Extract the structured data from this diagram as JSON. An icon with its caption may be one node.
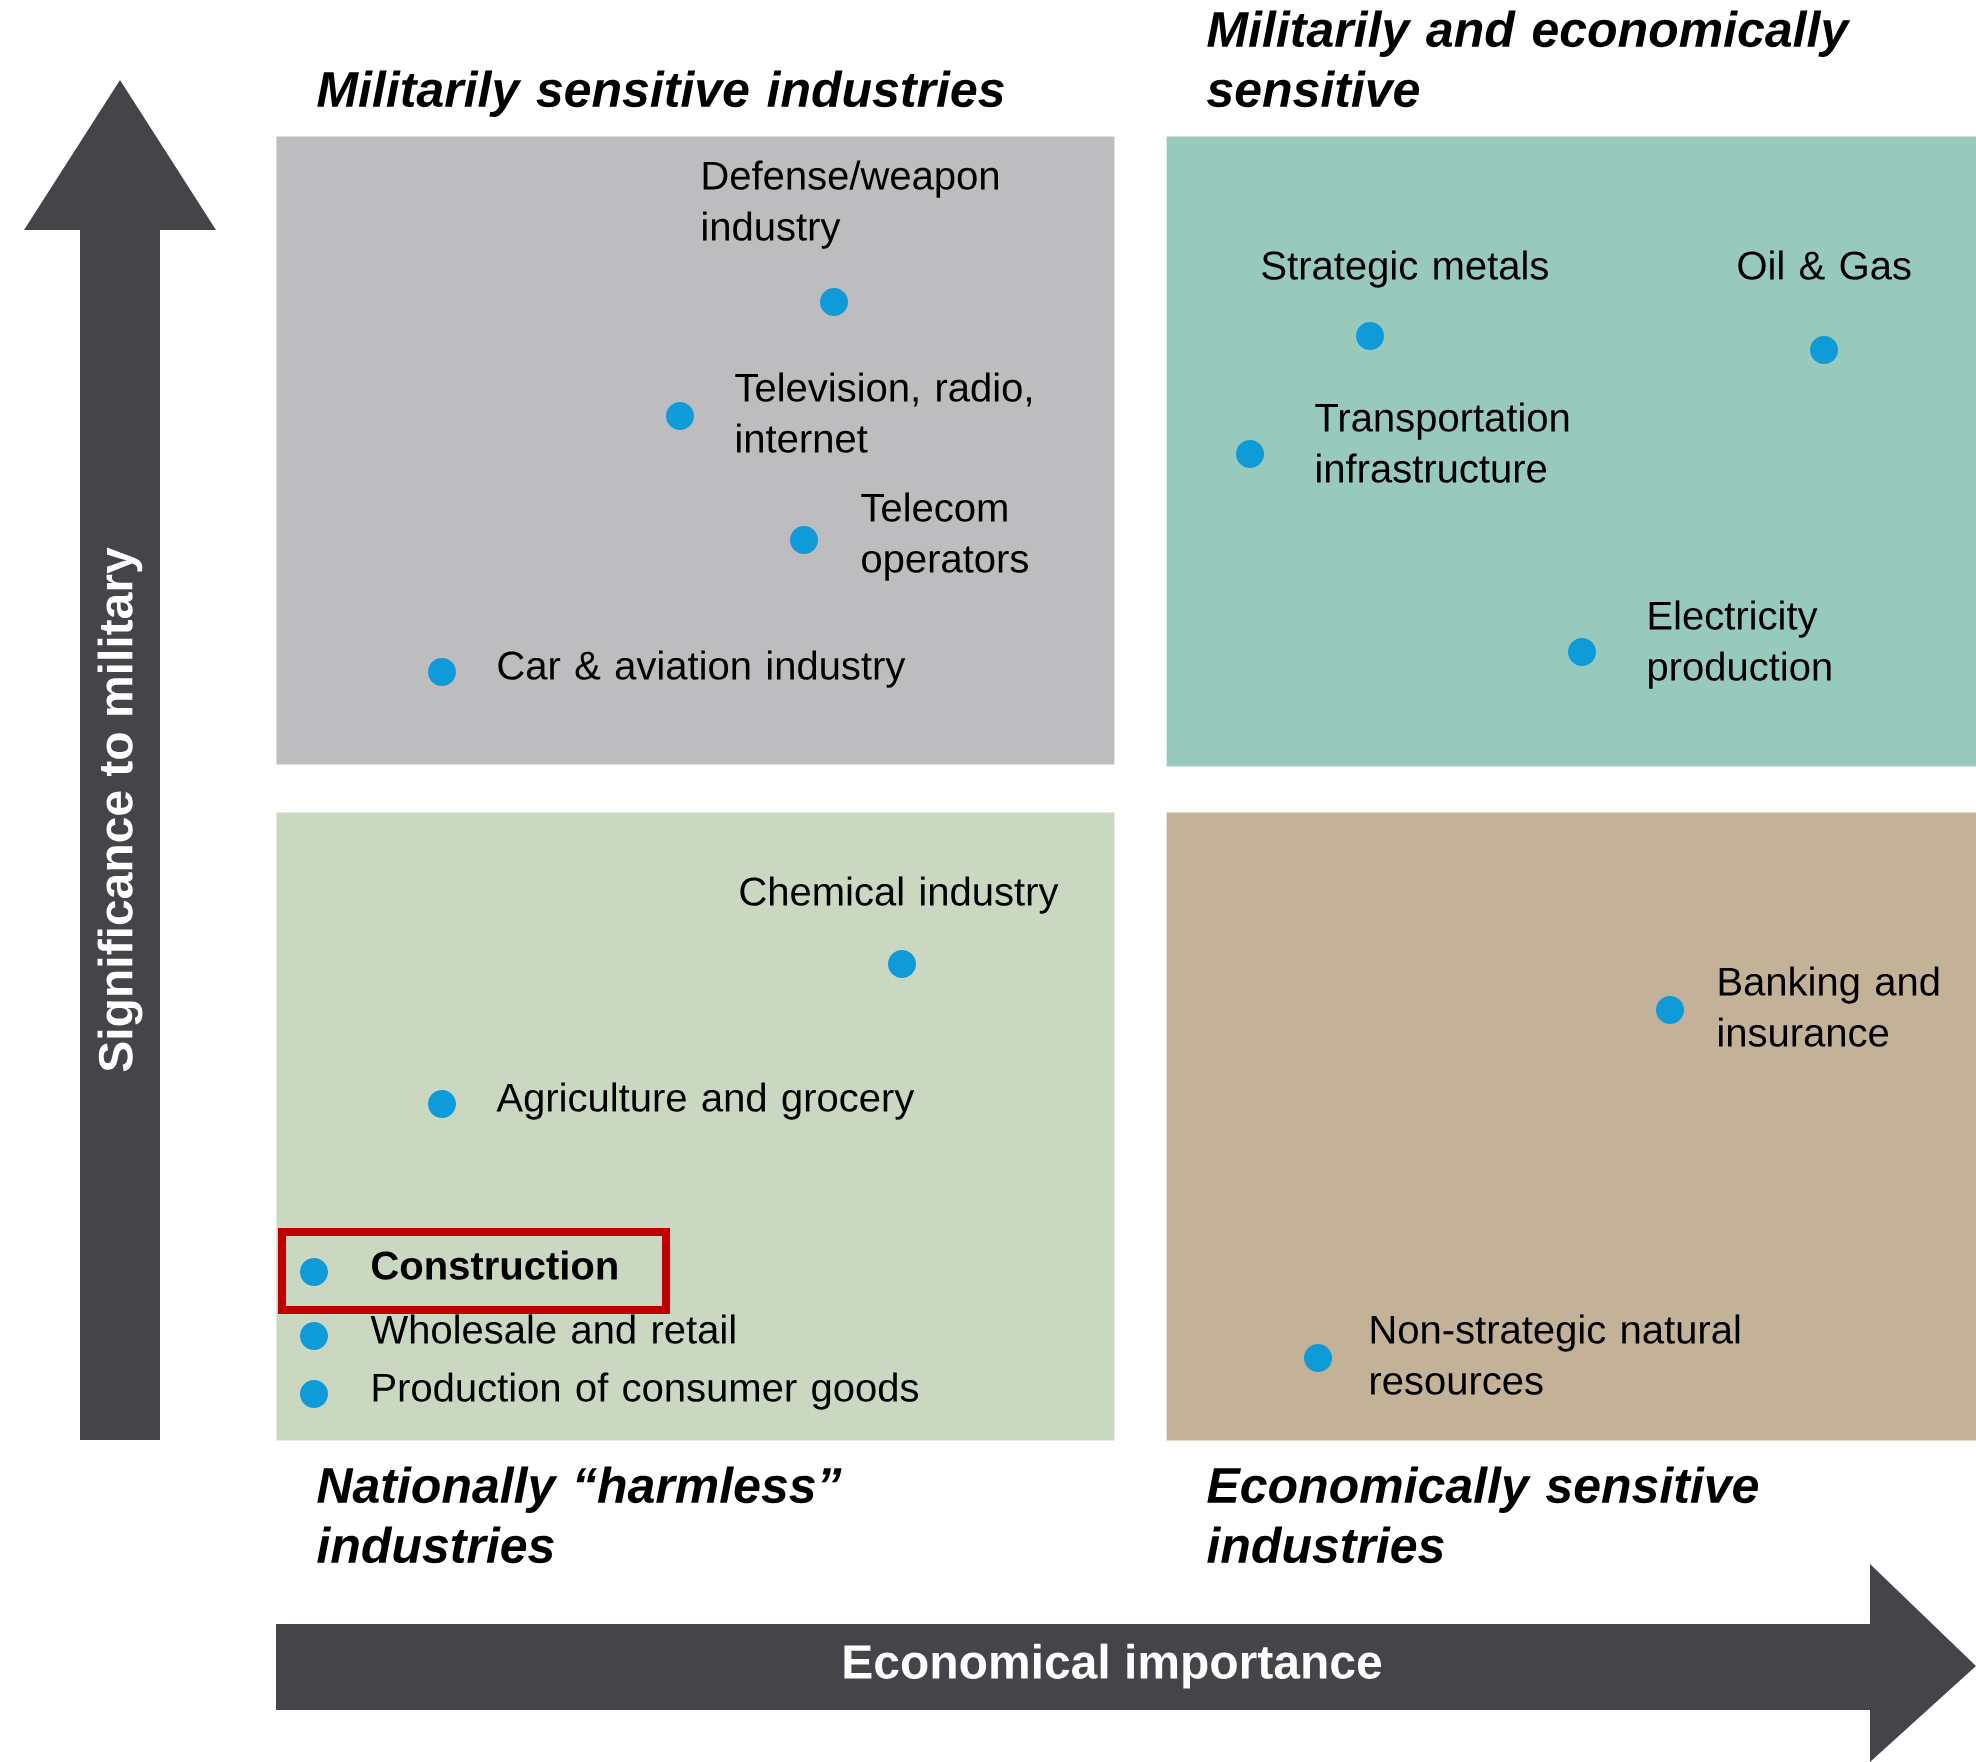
{
  "diagram": {
    "nodes": [
      {
        "text": [
          "Militarily sensitive industries"
        ]
      },
      {
        "text": [
          "Defense/weapon industry"
        ],
        "in": 0
      },
      {
        "text": [
          "Television, radio, internet"
        ],
        "in": 0
      },
      {
        "text": [
          "Telecom operators"
        ],
        "in": 0
      },
      {
        "text": [
          "Car & aviation industry"
        ],
        "in": 0
      },
      {
        "text": [
          "Militarily and economically sensitive"
        ]
      },
      {
        "text": [
          "Strategic metals"
        ],
        "in": 5
      },
      {
        "text": [
          "Oil & Gas"
        ],
        "in": 5
      },
      {
        "text": [
          "Transportation infrastructure"
        ],
        "in": 5
      },
      {
        "text": [
          "Electricity production"
        ],
        "in": 5
      },
      {
        "text": [
          "Nationally “harmless” industries"
        ]
      },
      {
        "text": [
          "Chemical industry"
        ],
        "in": 10
      },
      {
        "text": [
          "Agriculture and grocery"
        ],
        "in": 10
      },
      {
        "text": [
          "Construction"
        ],
        "in": 10
      },
      {
        "text": [
          "Wholesale and retail"
        ],
        "in": 10
      },
      {
        "text": [
          "Production of consumer goods"
        ],
        "in": 10
      },
      {
        "text": [
          "Economically sensitive industries"
        ]
      },
      {
        "text": [
          "Banking and insurance"
        ],
        "in": 16
      },
      {
        "text": [
          "Non-strategic natural resources"
        ],
        "in": 16
      }
    ],
    "edges": [],
    "labels": [
      "Significance to military",
      "Economical importance"
    ]
  }
}
